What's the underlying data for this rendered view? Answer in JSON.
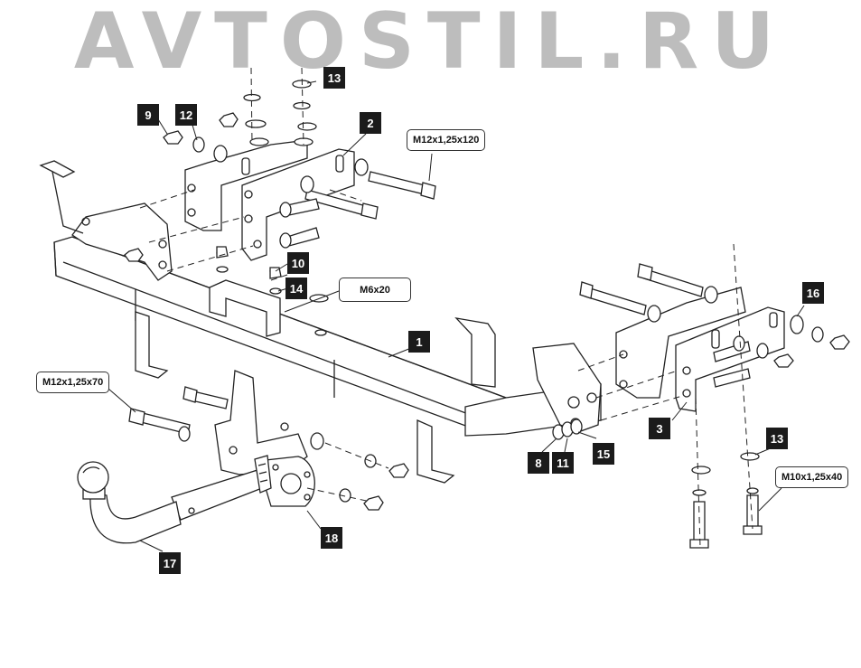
{
  "watermark": "AVTOSTIL.RU",
  "callouts": [
    "1",
    "2",
    "3",
    "8",
    "9",
    "10",
    "11",
    "12",
    "13",
    "13",
    "14",
    "15",
    "16",
    "17",
    "18"
  ],
  "specs": {
    "bolt_left": "M12x1,25x70",
    "bolt_top": "M12x1,25x120",
    "bolt_small": "M6x20",
    "bolt_right": "M10x1,25x40"
  }
}
